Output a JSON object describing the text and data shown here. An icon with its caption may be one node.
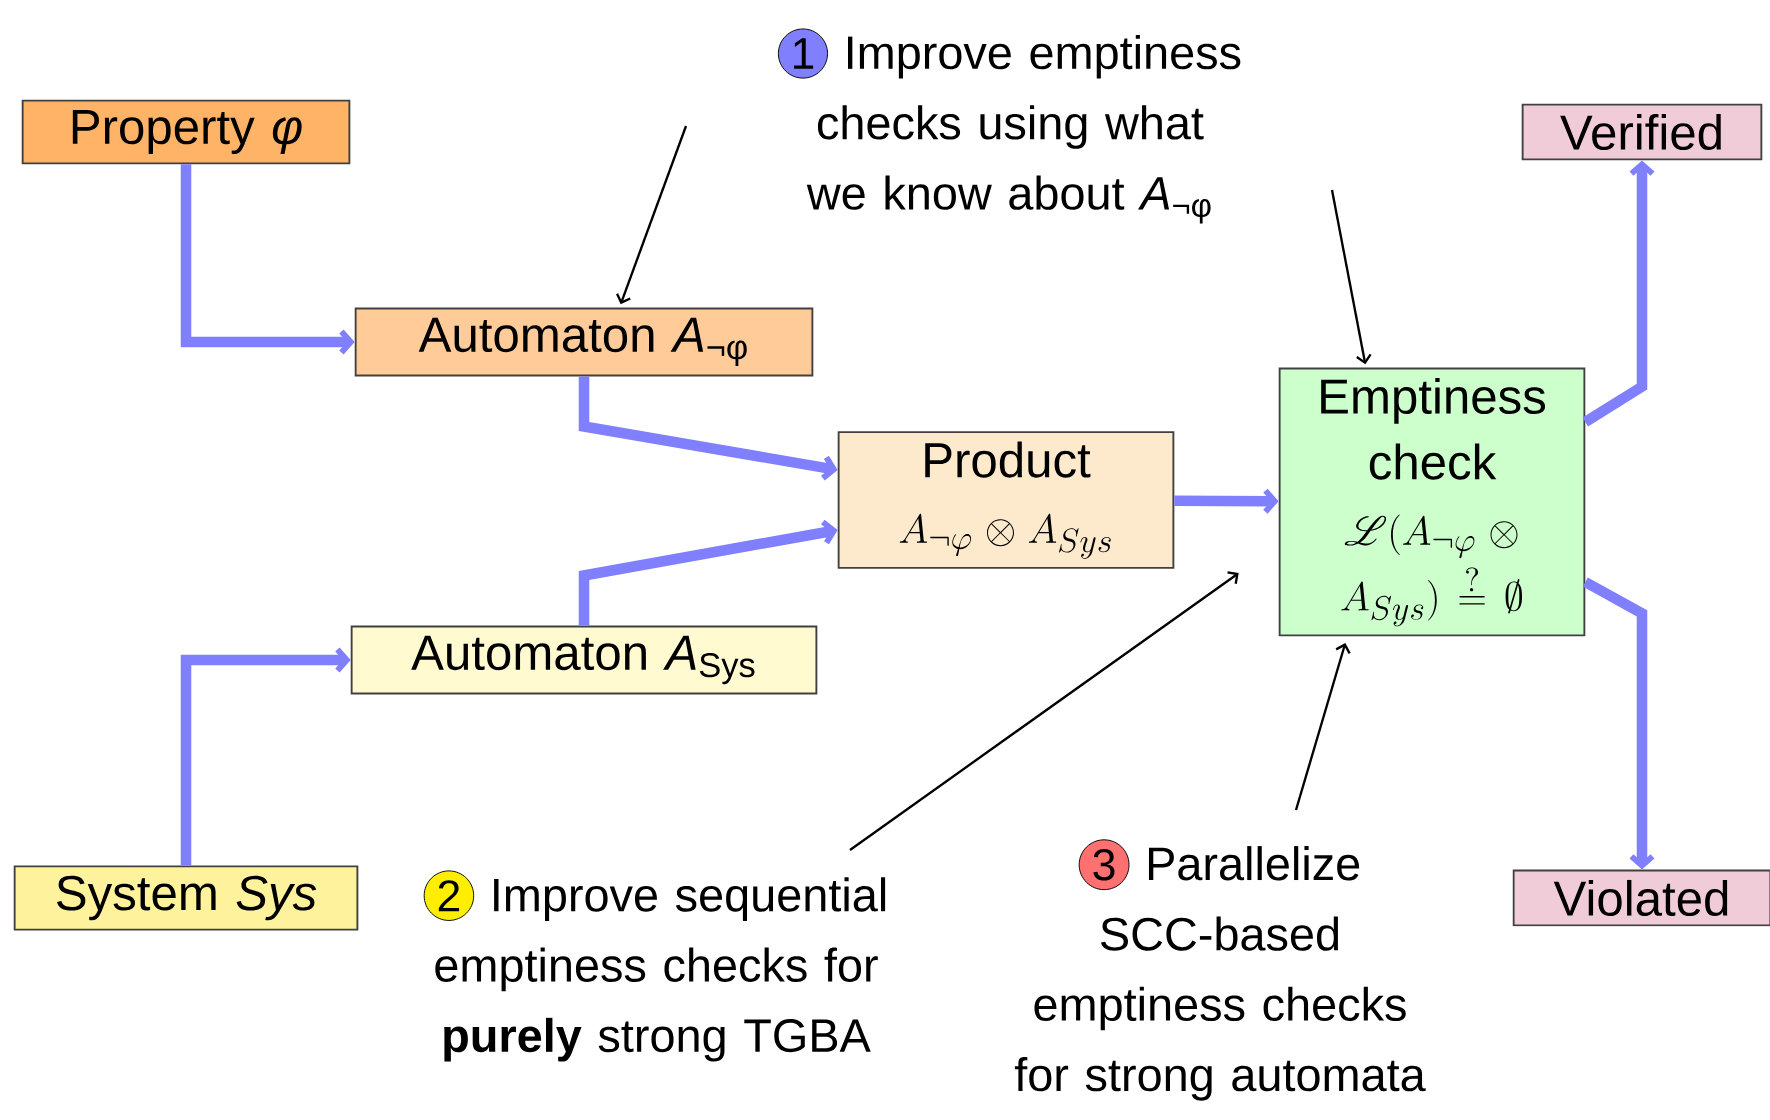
{
  "diagram": {
    "nodes": [
      {
        "text": [
          "Property *φ*"
        ]
      },
      {
        "text": [
          "Automaton *A*$_{¬φ}$"
        ]
      },
      {
        "text": [
          "System *Sys*"
        ]
      },
      {
        "text": [
          "Automaton *A*$_{Sys}$"
        ]
      },
      {
        "text": [
          "Product",
          "A_{\\neg\\varphi} \\otimes A_{Sys}"
        ]
      },
      {
        "text": [
          "Emptiness check",
          "\\mathscr{L}(A_{\\neg\\varphi} \\otimes A_{Sys}) \\stackrel{?}{=} \\emptyset"
        ]
      },
      {
        "text": [
          "Verified"
        ]
      },
      {
        "text": [
          "Violated"
        ]
      },
      {
        "text": [
          "1",
          "Improve emptiness checks using what we know about *A*$_{¬φ}$"
        ]
      },
      {
        "text": [
          "2",
          "Improve sequential emptiness checks for **purely** strong TGBA"
        ]
      },
      {
        "text": [
          "3",
          "Parallelize SCC-based emptiness checks for strong automata"
        ]
      }
    ],
    "edges": [
      {
        "from": 0,
        "to": 1,
        "arrow": "to"
      },
      {
        "from": 2,
        "to": 3,
        "arrow": "to"
      },
      {
        "from": 1,
        "to": 4,
        "arrow": "to"
      },
      {
        "from": 3,
        "to": 4,
        "arrow": "to"
      },
      {
        "from": 4,
        "to": 5,
        "arrow": "to"
      },
      {
        "from": 5,
        "to": 6,
        "arrow": "to"
      },
      {
        "from": 5,
        "to": 7,
        "arrow": "to"
      },
      {
        "from": 8,
        "to": 1,
        "arrow": "to",
        "color": "#000000"
      },
      {
        "from": 8,
        "to": 5,
        "arrow": "to",
        "color": "#000000"
      },
      {
        "from": 9,
        "to": 5,
        "arrow": "to",
        "color": "#000000"
      },
      {
        "from": 10,
        "to": 5,
        "arrow": "to",
        "color": "#000000"
      }
    ]
  }
}
